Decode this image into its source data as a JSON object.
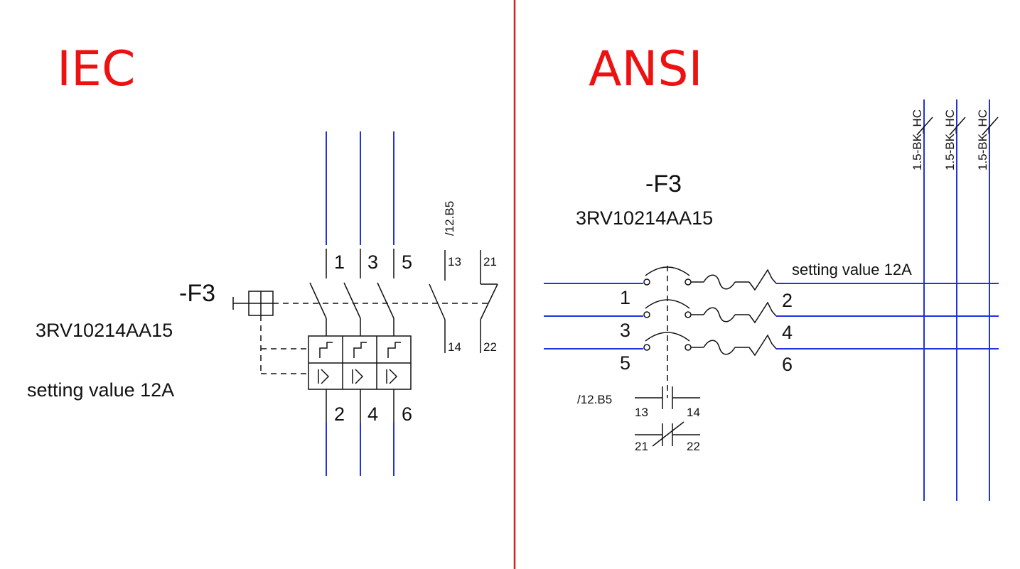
{
  "iec": {
    "title": "IEC",
    "device_tag": "-F3",
    "part_number": "3RV10214AA15",
    "setting": "setting value 12A",
    "cross_ref": "/12.B5",
    "terminals_top": [
      "1",
      "3",
      "5"
    ],
    "terminals_bottom": [
      "2",
      "4",
      "6"
    ],
    "no_contact": [
      "13",
      "14"
    ],
    "nc_contact": [
      "21",
      "22"
    ]
  },
  "ansi": {
    "title": "ANSI",
    "device_tag": "-F3",
    "part_number": "3RV10214AA15",
    "setting": "setting value 12A",
    "cross_ref": "/12.B5",
    "terminals_left": [
      "1",
      "3",
      "5"
    ],
    "terminals_right": [
      "2",
      "4",
      "6"
    ],
    "no_contact": [
      "13",
      "14"
    ],
    "nc_contact": [
      "21",
      "22"
    ],
    "wire_labels": [
      "1.5-BK_HC",
      "1.5-BK_HC",
      "1.5-BK_HC"
    ]
  },
  "colors": {
    "title": "#ee1111",
    "divider": "#cc2222",
    "wire": "#2233dd",
    "symbol": "#111111"
  }
}
